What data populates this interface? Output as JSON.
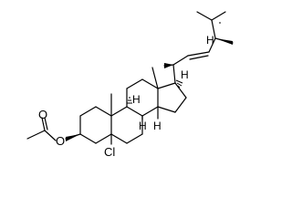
{
  "structure": {
    "atom_labels": {
      "carbonyl_oxygen": "O",
      "ester_oxygen": "O",
      "chlorine": "Cl",
      "h_c8": "H",
      "h_c9": "H",
      "h_c14": "H",
      "h_c20": "H",
      "h_c24": "H"
    }
  }
}
